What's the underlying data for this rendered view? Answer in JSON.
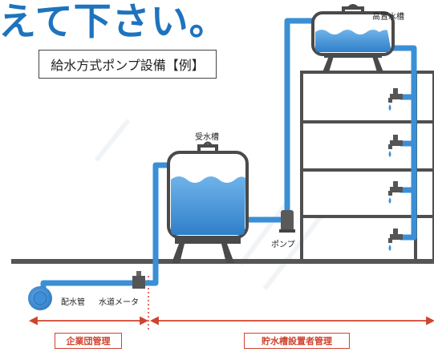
{
  "heading_text": "えて下さい。",
  "diagram_title": "給水方式ポンプ設備【例】",
  "labels": {
    "elevated_tank": "高置水槽",
    "receiving_tank": "受水槽",
    "pump": "ポンプ",
    "distribution_pipe": "配水管",
    "water_meter": "水道メータ"
  },
  "scopes": {
    "left": "企業団管理",
    "right": "貯水槽設置者管理"
  },
  "colors": {
    "heading": "#1e73be",
    "pipe": "#3a8fd6",
    "tank_frame": "#4a4a4a",
    "scope_accent": "#d0432e"
  }
}
